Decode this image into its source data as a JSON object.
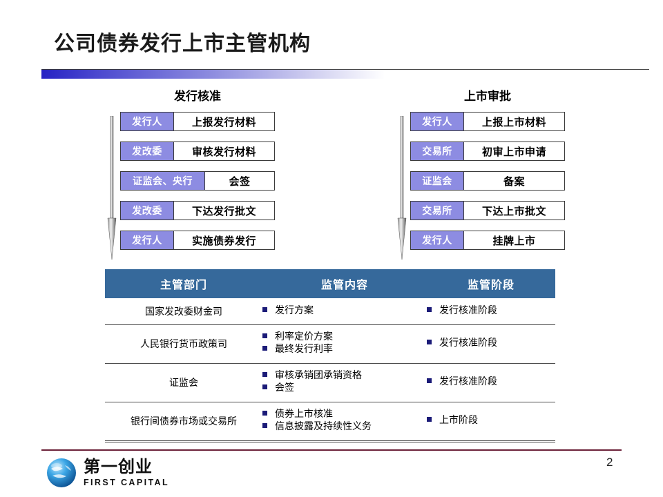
{
  "slide": {
    "title": "公司债券发行上市主管机构",
    "page_number": "2",
    "accent_blue": "#2622c4",
    "header_blue": "#36699b",
    "actor_purple": "#8d8ce2",
    "footer_maroon": "#6b2038",
    "bullet_navy": "#1b1b78"
  },
  "flows": [
    {
      "title": "发行核准",
      "rows": [
        {
          "actor": "发行人",
          "action": "上报发行材料",
          "wide": false
        },
        {
          "actor": "发改委",
          "action": "审核发行材料",
          "wide": false
        },
        {
          "actor": "证监会、央行",
          "action": "会签",
          "wide": true
        },
        {
          "actor": "发改委",
          "action": "下达发行批文",
          "wide": false
        },
        {
          "actor": "发行人",
          "action": "实施债券发行",
          "wide": false
        }
      ]
    },
    {
      "title": "上市审批",
      "rows": [
        {
          "actor": "发行人",
          "action": "上报上市材料",
          "wide": false
        },
        {
          "actor": "交易所",
          "action": "初审上市申请",
          "wide": false
        },
        {
          "actor": "证监会",
          "action": "备案",
          "wide": false
        },
        {
          "actor": "交易所",
          "action": "下达上市批文",
          "wide": false
        },
        {
          "actor": "发行人",
          "action": "挂牌上市",
          "wide": false
        }
      ]
    }
  ],
  "table": {
    "headers": [
      "主管部门",
      "监管内容",
      "监管阶段"
    ],
    "rows": [
      {
        "dept": "国家发改委财金司",
        "scope": [
          "发行方案"
        ],
        "stage": [
          "发行核准阶段"
        ]
      },
      {
        "dept": "人民银行货币政策司",
        "scope": [
          "利率定价方案",
          "最终发行利率"
        ],
        "stage": [
          "发行核准阶段"
        ]
      },
      {
        "dept": "证监会",
        "scope": [
          "审核承销团承销资格",
          "会签"
        ],
        "stage": [
          "发行核准阶段"
        ]
      },
      {
        "dept": "银行间债券市场或交易所",
        "scope": [
          "债券上市核准",
          "信息披露及持续性义务"
        ],
        "stage": [
          "上市阶段"
        ]
      }
    ]
  },
  "footer": {
    "logo_cn": "第一创业",
    "logo_en": "FIRST CAPITAL"
  }
}
